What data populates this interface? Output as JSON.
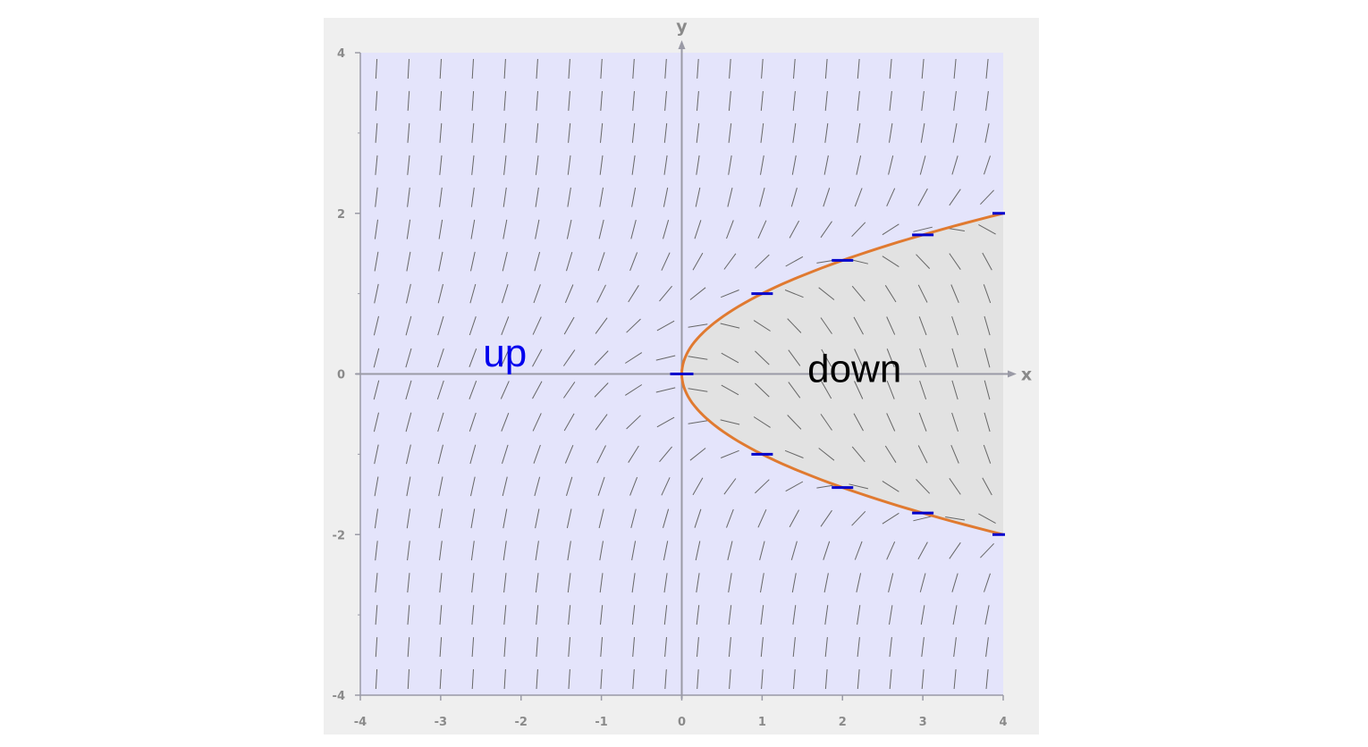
{
  "chart_data": {
    "type": "slope-field",
    "equation_note": "",
    "x_label": "x",
    "y_label": "y",
    "xlim": [
      -4,
      4
    ],
    "ylim": [
      -4,
      4
    ],
    "x_ticks": [
      {
        "value": -4,
        "label": "-4"
      },
      {
        "value": -3,
        "label": "-3"
      },
      {
        "value": -2,
        "label": "-2"
      },
      {
        "value": -1,
        "label": "-1"
      },
      {
        "value": 0,
        "label": "0"
      },
      {
        "value": 1,
        "label": "1"
      },
      {
        "value": 2,
        "label": "2"
      },
      {
        "value": 3,
        "label": "3"
      },
      {
        "value": 4,
        "label": "4"
      }
    ],
    "y_ticks": [
      {
        "value": 4,
        "label": "4"
      },
      {
        "value": 2,
        "label": "2"
      },
      {
        "value": 0,
        "label": "0"
      },
      {
        "value": -2,
        "label": "-2"
      },
      {
        "value": -4,
        "label": "-4"
      }
    ],
    "field_grid": {
      "x_start": -3.8,
      "x_end": 3.8,
      "step": 0.4,
      "y_start": -3.8,
      "y_end": 3.8
    },
    "slope_function": "y^2 - x",
    "boundary_curve": {
      "description": "x = y^2",
      "y_range": [
        -2,
        2
      ]
    },
    "zero_slope_marks": [
      {
        "x": 0,
        "y": 0
      },
      {
        "x": 1,
        "y": 1
      },
      {
        "x": 1,
        "y": -1
      },
      {
        "x": 2,
        "y": 1.414
      },
      {
        "x": 2,
        "y": -1.414
      },
      {
        "x": 3,
        "y": 1.732
      },
      {
        "x": 3,
        "y": -1.732
      },
      {
        "x": 4,
        "y": 2
      },
      {
        "x": 4,
        "y": -2
      }
    ],
    "regions": [
      {
        "label": "up",
        "color": "#0000ee",
        "fill": "#e4e4fb",
        "x": -2.2,
        "y": 0.25
      },
      {
        "label": "down",
        "color": "#000000",
        "fill": "#e2e2e2",
        "x": 2.15,
        "y": 0
      }
    ],
    "colors": {
      "frame": "#efefef",
      "axis": "#9a9aa6",
      "curve": "#e07a30",
      "zero_marks": "#0000cc",
      "field_segments": "#666666"
    }
  }
}
